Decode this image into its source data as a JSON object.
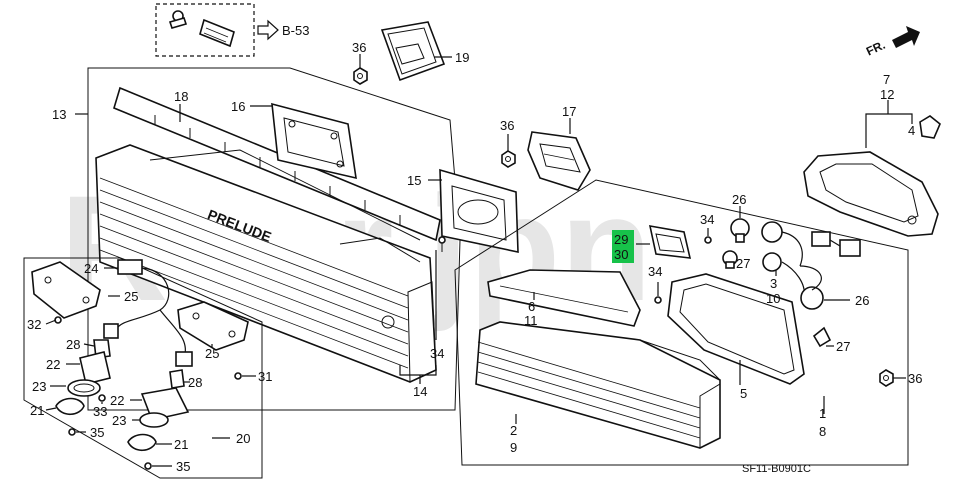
{
  "watermark": "Rear.jpn",
  "fr_label": "FR.",
  "ref_label": "B-53",
  "code": "SF11-B0901C",
  "brand_text": "PRELUDE",
  "highlight_color": "#17c24a",
  "callouts": {
    "c1": "1",
    "c2": "2",
    "c3": "3",
    "c4": "4",
    "c5": "5",
    "c6": "6",
    "c7": "7",
    "c8": "8",
    "c9": "9",
    "c10": "10",
    "c11": "11",
    "c12": "12",
    "c13": "13",
    "c14": "14",
    "c15": "15",
    "c16": "16",
    "c17": "17",
    "c18": "18",
    "c19": "19",
    "c20": "20",
    "c21a": "21",
    "c21b": "21",
    "c22a": "22",
    "c22b": "22",
    "c23a": "23",
    "c23b": "23",
    "c24": "24",
    "c25a": "25",
    "c25b": "25",
    "c26a": "26",
    "c26b": "26",
    "c27a": "27",
    "c27b": "27",
    "c28a": "28",
    "c28b": "28",
    "c29": "29",
    "c30": "30",
    "c31": "31",
    "c32": "32",
    "c33": "33",
    "c34a": "34",
    "c34b": "34",
    "c34c": "34",
    "c35a": "35",
    "c35b": "35",
    "c36a": "36",
    "c36b": "36",
    "c36c": "36"
  }
}
